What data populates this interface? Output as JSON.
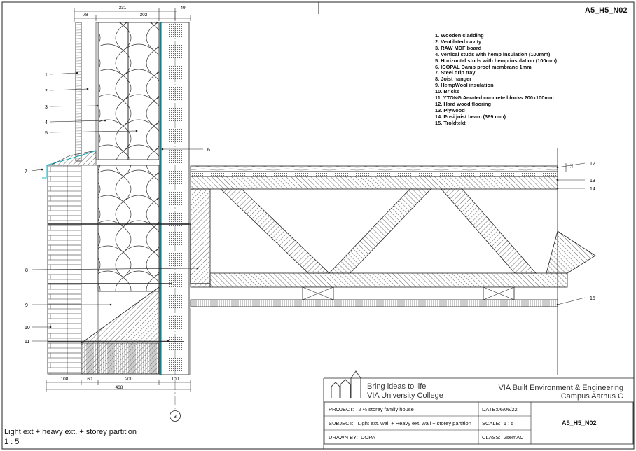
{
  "sheet": {
    "id": "A5_H5_N02"
  },
  "dimensions": {
    "top": [
      "331",
      "78",
      "302",
      "49"
    ],
    "bottom": [
      "108",
      "60",
      "200",
      "100",
      "468"
    ],
    "floor": "15"
  },
  "callouts": [
    "1",
    "2",
    "3",
    "4",
    "5",
    "6",
    "7",
    "8",
    "9",
    "10",
    "11",
    "12",
    "13",
    "14",
    "15"
  ],
  "legend": [
    "1. Wooden cladding",
    "2. Ventilated cavity",
    "3. RAW MDF board",
    "4. Vertical studs with hemp insulation (100mm)",
    "5. Horizontal studs with hemp insulation (100mm)",
    "6. ICOPAL Damp proof membrane 1mm",
    "7. Steel drip tray",
    "8. Joist hanger",
    "9. HempWool insulation",
    "10. Bricks",
    "11. YTONG Aerated concrete blocks 200x100mm",
    "12. Hard wood flooring",
    "13. Plywood",
    "14. Posi joist beam (369 mm)",
    "15. Troldtekt"
  ],
  "grid_marker": "3",
  "view": {
    "title": "Light ext + heavy ext. + storey partition",
    "scale": "1 : 5"
  },
  "brand": {
    "slogan_line1": "Bring ideas to life",
    "slogan_line2": "VIA University College",
    "company_line1": "VIA Built Environment & Engineering",
    "company_line2": "Campus Aarhus C"
  },
  "title_block": {
    "project_label": "PROJECT:",
    "project_value": "2 ½ storey family house",
    "date_label": "DATE:",
    "date_value": "06/06/22",
    "subject_label": "SUBJECT:",
    "subject_value": "Light ext. wall + Heavy ext. wall + storey partition",
    "scale_label": "SCALE:",
    "scale_value": "1 : 5",
    "drawn_label": "DRAWN BY:",
    "drawn_value": "DOPA",
    "class_label": "CLASS:",
    "class_value": "2semAC",
    "sheet_id": "A5_H5_N02"
  },
  "colors": {
    "membrane": "#1ab8c8",
    "line": "#222222"
  }
}
